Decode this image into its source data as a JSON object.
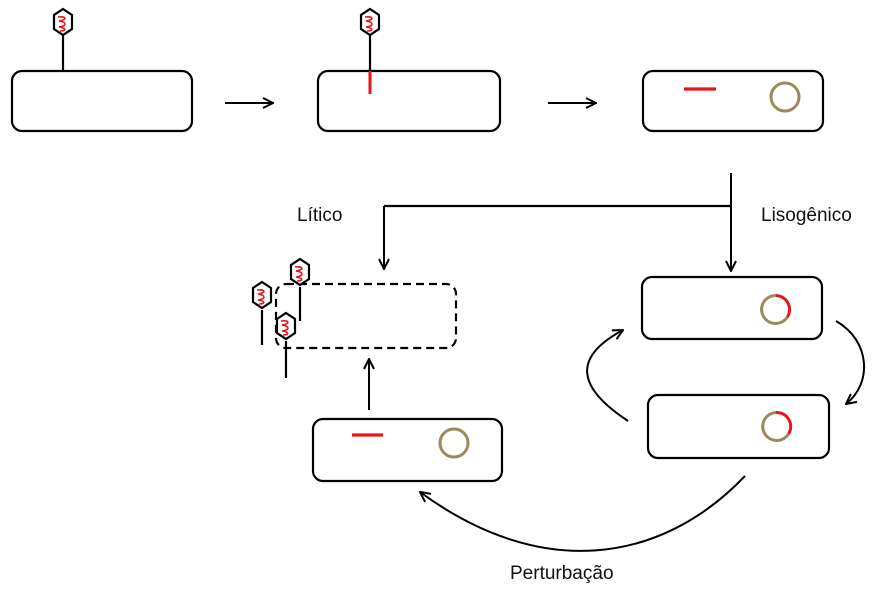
{
  "labels": {
    "lytic": "Lítico",
    "lysogenic": "Lisogênico",
    "perturbation": "Perturbação"
  },
  "colors": {
    "outline": "#000000",
    "phage_dna": "#e8151b",
    "bacterial_chromosome": "#9b8b5a",
    "background": "#ffffff"
  },
  "icons": {
    "phage": "bacteriophage-icon",
    "arrow": "arrow-icon"
  }
}
